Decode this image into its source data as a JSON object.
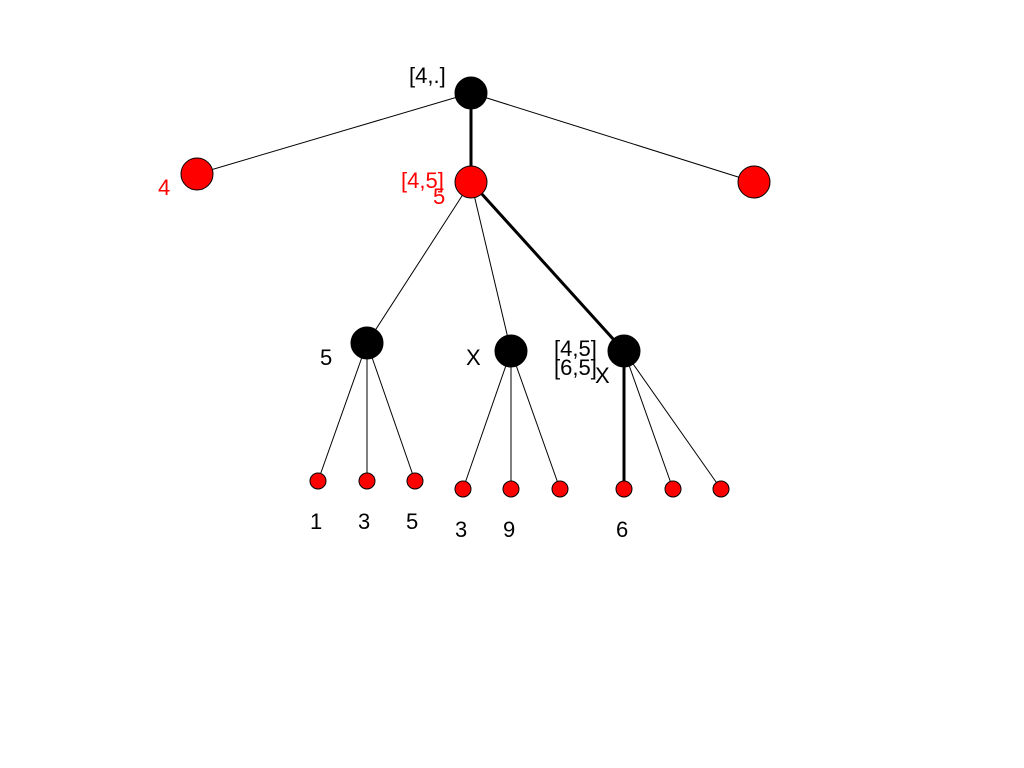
{
  "colors": {
    "red_node": "#ff0000",
    "black_node": "#000000",
    "edge": "#000000",
    "red_text": "#ff0000",
    "black_text": "#000000"
  },
  "nodes": [
    {
      "id": "root",
      "fill": "black"
    },
    {
      "id": "max-left",
      "fill": "red"
    },
    {
      "id": "max-mid",
      "fill": "red"
    },
    {
      "id": "max-right",
      "fill": "red"
    },
    {
      "id": "min-a",
      "fill": "black"
    },
    {
      "id": "min-b",
      "fill": "black"
    },
    {
      "id": "min-c",
      "fill": "black"
    },
    {
      "id": "leaf-a1",
      "fill": "red"
    },
    {
      "id": "leaf-a2",
      "fill": "red"
    },
    {
      "id": "leaf-a3",
      "fill": "red"
    },
    {
      "id": "leaf-b1",
      "fill": "red"
    },
    {
      "id": "leaf-b2",
      "fill": "red"
    },
    {
      "id": "leaf-b3",
      "fill": "red"
    },
    {
      "id": "leaf-c1",
      "fill": "red"
    },
    {
      "id": "leaf-c2",
      "fill": "red"
    },
    {
      "id": "leaf-c3",
      "fill": "red"
    }
  ],
  "edges": [
    {
      "from": "root",
      "to": "max-left",
      "bold": false
    },
    {
      "from": "root",
      "to": "max-mid",
      "bold": true
    },
    {
      "from": "root",
      "to": "max-right",
      "bold": false
    },
    {
      "from": "max-mid",
      "to": "min-a",
      "bold": false
    },
    {
      "from": "max-mid",
      "to": "min-b",
      "bold": false
    },
    {
      "from": "max-mid",
      "to": "min-c",
      "bold": true
    },
    {
      "from": "min-a",
      "to": "leaf-a1",
      "bold": false
    },
    {
      "from": "min-a",
      "to": "leaf-a2",
      "bold": false
    },
    {
      "from": "min-a",
      "to": "leaf-a3",
      "bold": false
    },
    {
      "from": "min-b",
      "to": "leaf-b1",
      "bold": false
    },
    {
      "from": "min-b",
      "to": "leaf-b2",
      "bold": false
    },
    {
      "from": "min-b",
      "to": "leaf-b3",
      "bold": false
    },
    {
      "from": "min-c",
      "to": "leaf-c1",
      "bold": true
    },
    {
      "from": "min-c",
      "to": "leaf-c2",
      "bold": false
    },
    {
      "from": "min-c",
      "to": "leaf-c3",
      "bold": false
    }
  ],
  "labels": {
    "root_interval": "[4,.]",
    "max_left_value": "4",
    "max_mid_interval": "[4,5]",
    "max_mid_value": "5",
    "min_a_value": "5",
    "min_b_mark": "X",
    "min_c_interval_1": "[4,5]",
    "min_c_interval_2": "[6,5]",
    "min_c_mark": "X",
    "leaf_a1": "1",
    "leaf_a2": "3",
    "leaf_a3": "5",
    "leaf_b1": "3",
    "leaf_b2": "9",
    "leaf_c1": "6"
  }
}
